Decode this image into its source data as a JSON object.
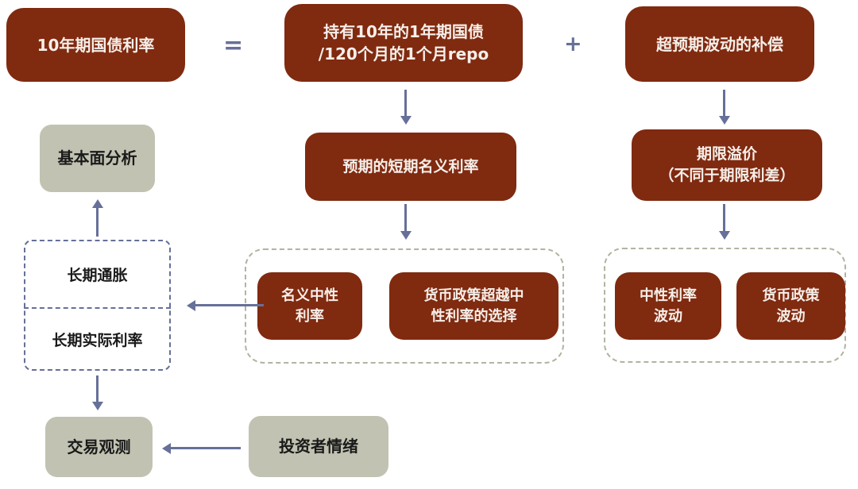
{
  "palette": {
    "box_red": "#802a10",
    "box_gray": "#c2c2b2",
    "connector": "#667099",
    "dash_khaki": "#b3b3a1",
    "text_light": "#f6efe9",
    "text_dark": "#1a1a1a"
  },
  "equation": {
    "left": "10年期国债利率",
    "equals": "=",
    "middle": "持有10年的1年期国债\n/120个月的1个月repo",
    "plus": "+",
    "right": "超预期波动的补偿"
  },
  "level2": {
    "fundamental": "基本面分析",
    "expected_short_rate": "预期的短期名义利率",
    "term_premium": "期限溢价\n（不同于期限利差）"
  },
  "level3": {
    "longterm": {
      "inflation": "长期通胀",
      "real_rate": "长期实际利率"
    },
    "expected_components": {
      "nominal_neutral_rate": "名义中性\n利率",
      "policy_beyond_neutral": "货币政策超越中\n性利率的选择"
    },
    "premium_components": {
      "neutral_rate_volatility": "中性利率\n波动",
      "policy_volatility": "货币政策\n波动"
    }
  },
  "level4": {
    "trading_observation": "交易观测",
    "investor_sentiment": "投资者情绪"
  }
}
